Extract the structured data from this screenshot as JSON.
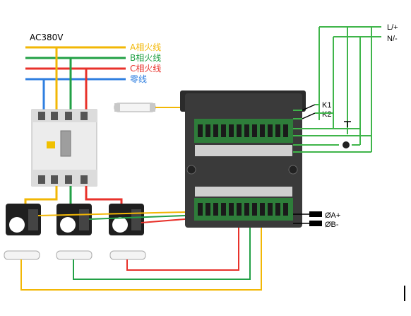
{
  "supply": {
    "voltage_label": "AC380V",
    "phase_lines": [
      {
        "label": "A相火线",
        "color": "#f2b705"
      },
      {
        "label": "B相火线",
        "color": "#22a045"
      },
      {
        "label": "C相火线",
        "color": "#e8322b"
      },
      {
        "label": "零线",
        "color": "#2f7fe0"
      }
    ]
  },
  "aux_power": {
    "l_label": "L/+",
    "n_label": "N/-",
    "wire_color": "#3fb54a"
  },
  "relays": {
    "k1_label": "K1",
    "k2_label": "K2"
  },
  "comm": {
    "a_label": "ØA+",
    "b_label": "ØB-"
  },
  "colors": {
    "meter_body": "#3a3a3a",
    "terminal_block": "#2e7d3a",
    "breaker_body": "#eeeeee",
    "ct_body": "#1f1f1f"
  }
}
